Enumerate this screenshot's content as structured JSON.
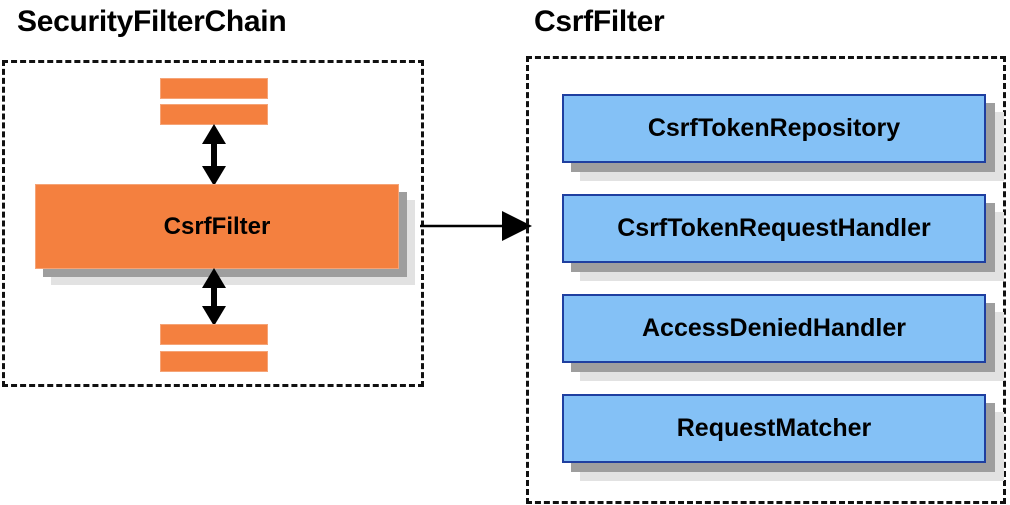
{
  "diagram": {
    "type": "component-relationship-diagram",
    "background_color": "#ffffff"
  },
  "colors": {
    "orange_fill": "#f4803f",
    "orange_border": "#f5a477",
    "blue_fill": "#84c1f6",
    "blue_border": "#1f3fa0",
    "shadow_mid": "#9e9e9e",
    "shadow_back": "#e2e2e2",
    "dash_border": "#111111",
    "text": "#000000"
  },
  "left_panel": {
    "title": "SecurityFilterChain",
    "filter_box_label": "CsrfFilter",
    "bars_above_count": 2,
    "bars_below_count": 2,
    "bar_labels": [
      "",
      "",
      "",
      ""
    ],
    "arrow_above": "double-headed-vertical",
    "arrow_below": "double-headed-vertical"
  },
  "right_panel": {
    "title": "CsrfFilter",
    "components": [
      {
        "label": "CsrfTokenRepository"
      },
      {
        "label": "CsrfTokenRequestHandler"
      },
      {
        "label": "AccessDeniedHandler"
      },
      {
        "label": "RequestMatcher"
      }
    ]
  },
  "connector": {
    "from": "SecurityFilterChain.CsrfFilter",
    "to": "CsrfFilter panel",
    "style": "single-headed-horizontal-arrow"
  }
}
